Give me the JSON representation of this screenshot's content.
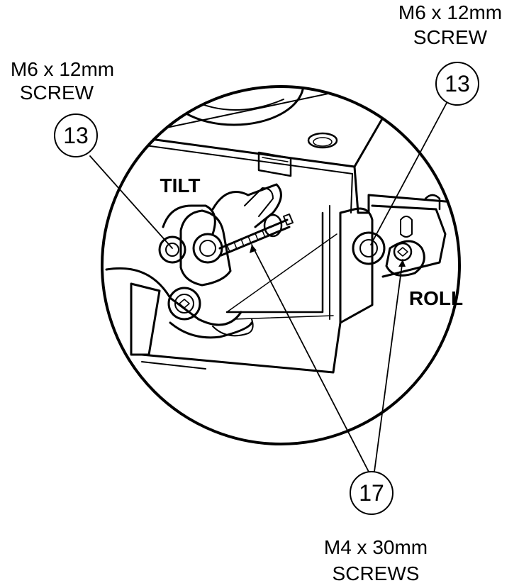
{
  "labels": {
    "screw_top_right_line1": "M6 x 12mm",
    "screw_top_right_line2": "SCREW",
    "screw_top_left_line1": "M6 x 12mm",
    "screw_top_left_line2": "SCREW",
    "tilt": "TILT",
    "roll": "ROLL",
    "screws_bottom_line1": "M4 x 30mm",
    "screws_bottom_line2": "SCREWS"
  },
  "callouts": {
    "left": "13",
    "right": "13",
    "bottom": "17"
  }
}
